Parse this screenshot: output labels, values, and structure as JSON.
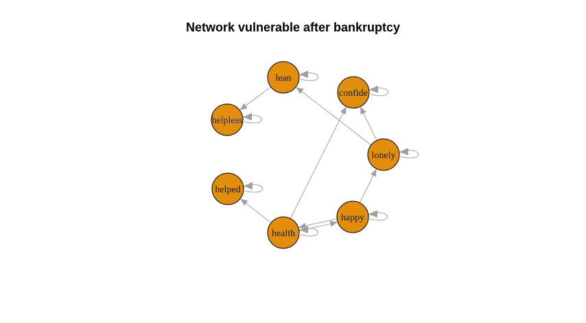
{
  "title": "Network vulnerable after bankruptcy",
  "colors": {
    "node_fill": "#E08E0B",
    "node_stroke": "#000000",
    "edge": "#A0A0A0",
    "label": "#1a1a1a",
    "label_overlap": "#2a2a6e"
  },
  "graph": {
    "directed": true,
    "nodes": [
      {
        "id": "lean",
        "label": "lean"
      },
      {
        "id": "confide",
        "label": "confide"
      },
      {
        "id": "helpless",
        "label": "helpless"
      },
      {
        "id": "lonely",
        "label": "lonely"
      },
      {
        "id": "helped",
        "label": "helped"
      },
      {
        "id": "happy",
        "label": "happy"
      },
      {
        "id": "health",
        "label": "health"
      }
    ],
    "edges": [
      {
        "from": "lean",
        "to": "lean"
      },
      {
        "from": "confide",
        "to": "confide"
      },
      {
        "from": "helpless",
        "to": "helpless"
      },
      {
        "from": "lonely",
        "to": "lonely"
      },
      {
        "from": "helped",
        "to": "helped"
      },
      {
        "from": "happy",
        "to": "happy"
      },
      {
        "from": "health",
        "to": "health"
      },
      {
        "from": "lean",
        "to": "helpless"
      },
      {
        "from": "lonely",
        "to": "lean"
      },
      {
        "from": "lonely",
        "to": "confide"
      },
      {
        "from": "health",
        "to": "confide"
      },
      {
        "from": "health",
        "to": "helped"
      },
      {
        "from": "health",
        "to": "happy"
      },
      {
        "from": "happy",
        "to": "health"
      },
      {
        "from": "happy",
        "to": "lonely"
      }
    ]
  }
}
